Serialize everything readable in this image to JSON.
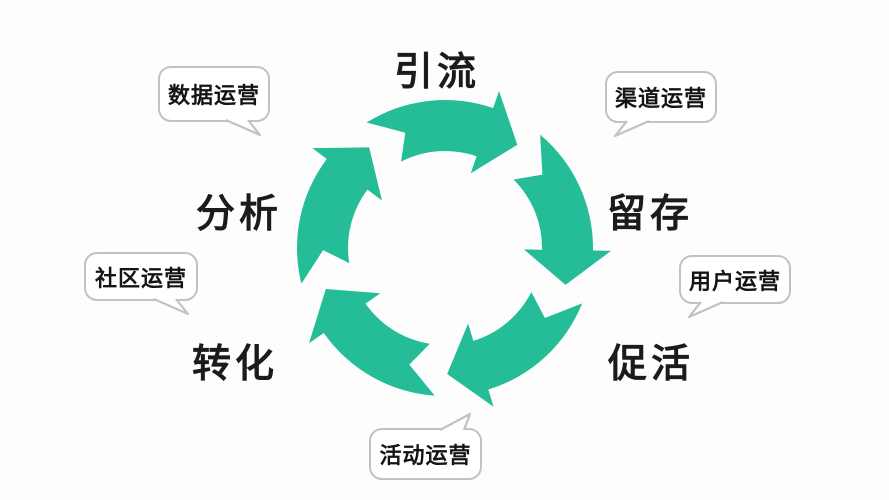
{
  "diagram": {
    "type": "cycle",
    "direction": "clockwise",
    "colors": {
      "arrow": "#25bd97",
      "stage_text": "#1b1b1b",
      "bubble_border": "#c2c2c2",
      "background": "#fdfdfd"
    },
    "cycle": {
      "stages": [
        {
          "label": "引流",
          "position": "top"
        },
        {
          "label": "留存",
          "position": "right"
        },
        {
          "label": "促活",
          "position": "bottom-right"
        },
        {
          "label": "转化",
          "position": "bottom-left"
        },
        {
          "label": "分析",
          "position": "left"
        }
      ]
    },
    "callouts": [
      {
        "label": "数据运营",
        "position": "top-left",
        "tail": "down-right"
      },
      {
        "label": "渠道运营",
        "position": "top-right",
        "tail": "down-left"
      },
      {
        "label": "用户运营",
        "position": "middle-right",
        "tail": "down-left"
      },
      {
        "label": "活动运营",
        "position": "bottom",
        "tail": "up-right"
      },
      {
        "label": "社区运营",
        "position": "middle-left",
        "tail": "down-right"
      }
    ]
  }
}
